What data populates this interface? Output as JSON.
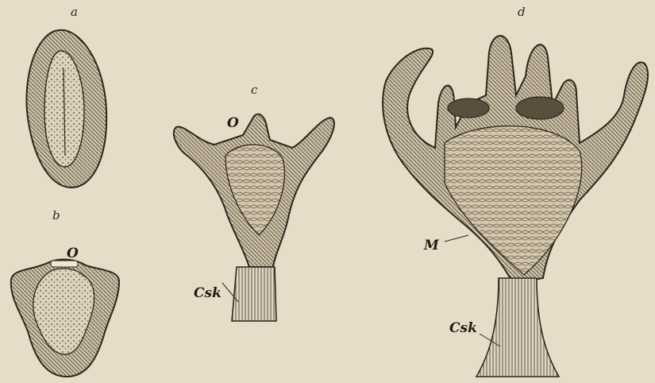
{
  "plate": {
    "background": "#e7dcc7",
    "ink": "#2b261e",
    "figures": [
      {
        "id": "a",
        "letter": "a",
        "labels": []
      },
      {
        "id": "b",
        "letter": "b",
        "labels": [
          "O"
        ]
      },
      {
        "id": "c",
        "letter": "c",
        "labels": [
          "O",
          "Csk"
        ]
      },
      {
        "id": "d",
        "letter": "d",
        "labels": [
          "M",
          "Csk"
        ]
      }
    ]
  }
}
